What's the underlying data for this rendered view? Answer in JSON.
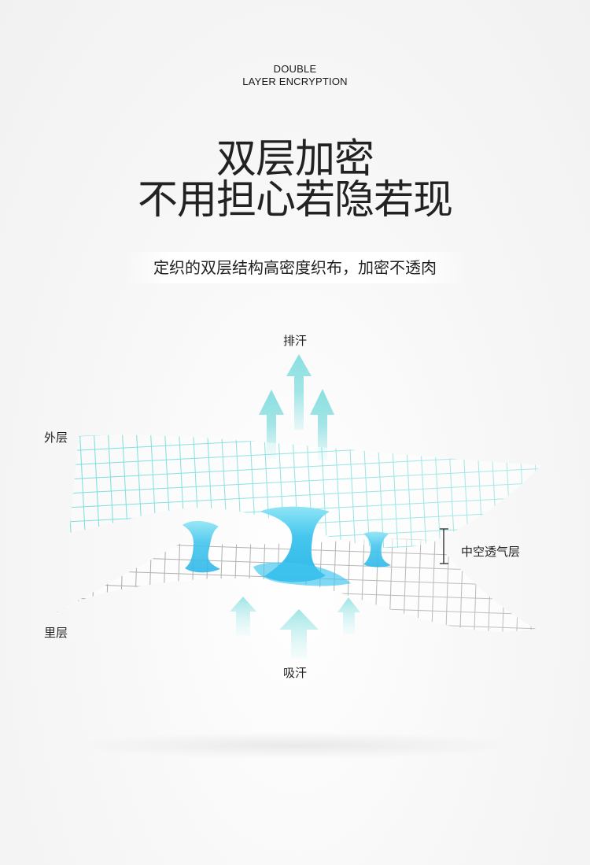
{
  "header": {
    "line1": "DOUBLE",
    "line2": "LAYER ENCRYPTION"
  },
  "hero": {
    "line1": "双层加密",
    "line2": "不用担心若隐若现"
  },
  "subtitle": "定织的双层结构高密度织布，加密不透肉",
  "diagram": {
    "top_label": "排汗",
    "outer_label": "外层",
    "middle_label": "中空透气层",
    "inner_label": "里层",
    "bottom_label": "吸汗"
  },
  "colors": {
    "outer_mesh": "#78dedb",
    "inner_mesh": "#a9a9a9",
    "water": "#35c8ee",
    "arrow": "#7fdcde"
  },
  "icons": {
    "upward_arrows": "arrow-up-icon",
    "water_columns": "water-column-icon",
    "mesh_layers": "mesh-layer-icon",
    "bracket": "bracket-icon"
  }
}
